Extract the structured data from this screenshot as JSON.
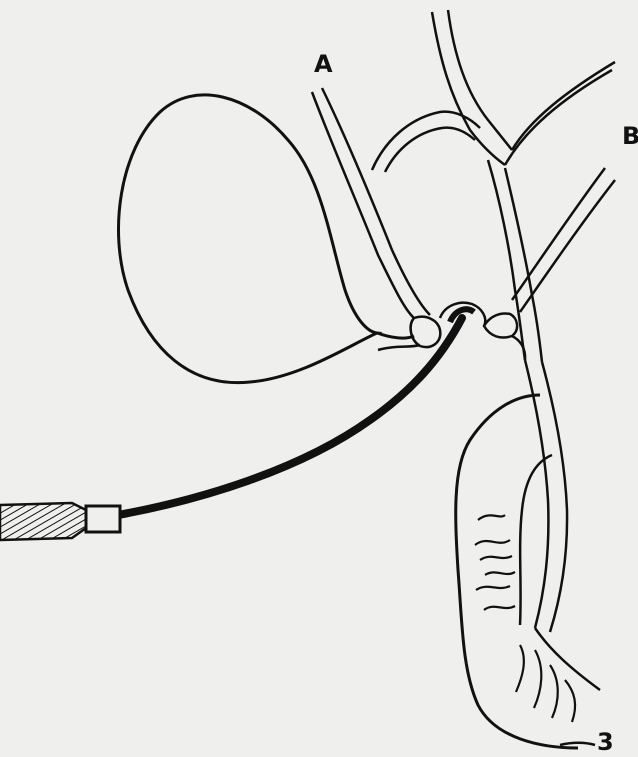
{
  "diagram": {
    "labels": {
      "a": "A",
      "b": "B",
      "three": "3"
    },
    "colors": {
      "ink": "#111111",
      "paper": "#efefed"
    }
  }
}
